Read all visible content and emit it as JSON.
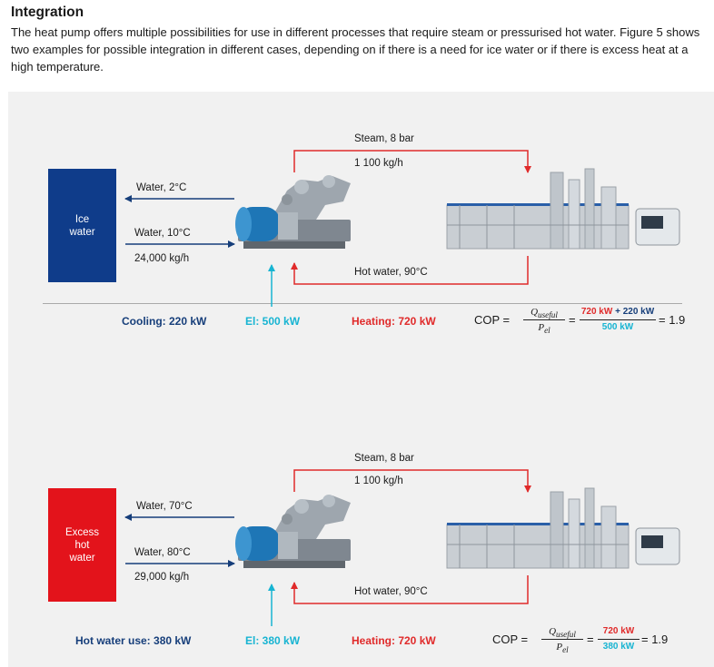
{
  "section": {
    "heading": "Integration",
    "paragraph": "The heat pump offers multiple possibilities for use in different processes that require steam or pressurised hot water. Figure 5 shows two examples for possible integration in different cases, depending on if there is a need for ice water or if there is excess heat at a high temperature."
  },
  "colors": {
    "navy": "#163e7a",
    "box_blue": "#0f3c8a",
    "box_red": "#e3131b",
    "cyan": "#17b4d2",
    "red": "#e02a2a"
  },
  "icons": [
    "heat-pump-illustration",
    "process-plant-illustration"
  ],
  "example1": {
    "box_line1": "Ice",
    "box_line2": "water",
    "water_out": "Water, 2°C",
    "water_in": "Water, 10°C",
    "water_flow": "24,000 kg/h",
    "steam": "Steam, 8 bar",
    "steam_flow": "1 100 kg/h",
    "hot_water": "Hot water, 90°C",
    "source_kpi": "Cooling: 220 kW",
    "el_kpi": "El: 500 kW",
    "heating_kpi": "Heating: 720 kW",
    "cop": {
      "label": "COP =",
      "num": "Q",
      "num_sub": "useful",
      "den": "P",
      "den_sub": "el",
      "eq": "=",
      "frac_num_a": "720 kW",
      "frac_num_plus": " + ",
      "frac_num_b": "220 kW",
      "frac_den": "500 kW",
      "result": "= 1.9"
    }
  },
  "example2": {
    "box_line1": "Excess",
    "box_line2": "hot",
    "box_line3": "water",
    "water_out": "Water, 70°C",
    "water_in": "Water, 80°C",
    "water_flow": "29,000 kg/h",
    "steam": "Steam, 8 bar",
    "steam_flow": "1 100 kg/h",
    "hot_water": "Hot water, 90°C",
    "source_kpi": "Hot water use: 380 kW",
    "el_kpi": "El: 380 kW",
    "heating_kpi": "Heating: 720 kW",
    "cop": {
      "label": "COP =",
      "num": "Q",
      "num_sub": "useful",
      "den": "P",
      "den_sub": "el",
      "eq": "=",
      "frac_num": "720 kW",
      "frac_den": "380 kW",
      "result": "= 1.9"
    }
  }
}
